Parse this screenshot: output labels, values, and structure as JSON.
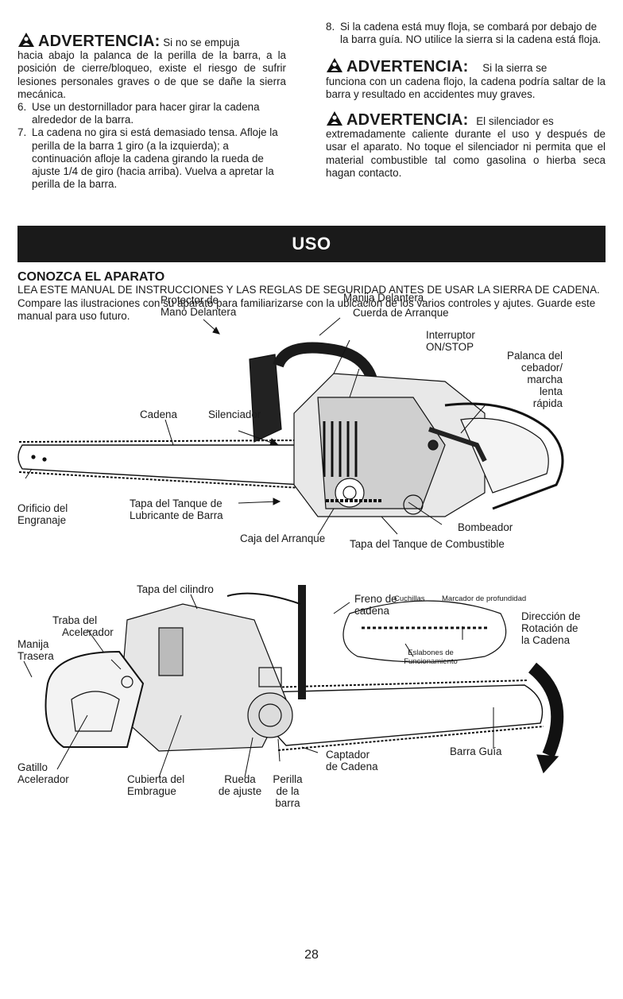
{
  "left_column": {
    "warning": {
      "title": "ADVERTENCIA:",
      "lead": "Si no se empuja",
      "body": "hacia abajo la palanca de la perilla de la barra, a la posición de cierre/bloqueo, existe el riesgo de sufrir lesiones personales graves o de que se dañe la sierra mecánica."
    },
    "steps": [
      {
        "num": "6.",
        "text": "Use un destornillador para hacer girar la cadena alrededor de la barra."
      },
      {
        "num": "7.",
        "text": "La cadena no gira si está demasiado tensa. Afloje la perilla de la barra 1 giro (a la izquierda); a continuación afloje la cadena girando la rueda de ajuste 1/4 de giro (hacia arriba). Vuelva a apretar la perilla de la barra."
      }
    ]
  },
  "right_column": {
    "step8": {
      "num": "8.",
      "text": "Si la cadena está muy floja, se combará por debajo de la barra guía. NO utilice la sierra si la cadena está floja."
    },
    "warning1": {
      "title": "ADVERTENCIA:",
      "lead": "Si la sierra se",
      "body": "funciona con un cadena flojo, la cadena podría saltar de la barra y resultado en accidentes muy graves."
    },
    "warning2": {
      "title": "ADVERTENCIA:",
      "lead": "El silenciador es",
      "body": "extremadamente caliente durante el uso y después de usar el aparato. No toque el silenciador ni permita que el material combustible tal como gasolina o hierba seca hagan contacto."
    }
  },
  "banner": "USO",
  "section": {
    "title": "CONOZCA EL APARATO",
    "intro": "LEA ESTE MANUAL DE INSTRUCCIONES Y LAS REGLAS DE SEGURIDAD ANTES DE USAR LA SIERRA DE CADENA. Compare las ilustraciones con su aparato para familiarizarse con la ubicación de los varios controles y ajutes. Guarde este manual para uso futuro."
  },
  "diagram1": {
    "protector_l1": "Protector de",
    "protector_l2": "Mano Delantera",
    "manija_delantera": "Manija Delantera",
    "cuerda": "Cuerda de Arranque",
    "interruptor_l1": "Interruptor",
    "interruptor_l2": "ON/STOP",
    "palanca_l1": "Palanca del",
    "palanca_l2": "cebador/",
    "palanca_l3": "marcha",
    "palanca_l4": "lenta",
    "palanca_l5": "rápida",
    "cadena": "Cadena",
    "silenciador": "Silenciador",
    "orificio_l1": "Orificio del",
    "orificio_l2": "Engranaje",
    "tapa_lub_l1": "Tapa del Tanque de",
    "tapa_lub_l2": "Lubricante de Barra",
    "bombeador": "Bombeador",
    "caja": "Caja del Arranque",
    "tapa_comb": "Tapa del Tanque de Combustible"
  },
  "diagram2": {
    "tapa_cilindro": "Tapa del cilindro",
    "traba_l1": "Traba del",
    "traba_l2": "Acelerador",
    "manija_l1": "Manija",
    "manija_l2": "Trasera",
    "freno_l1": "Freno de",
    "freno_l2": "cadena",
    "cuchillas": "Cuchillas",
    "marcador": "Marcador de profundidad",
    "eslabones_l1": "Eslabones de",
    "eslabones_l2": "Funcionamiento",
    "direccion_l1": "Dirección de",
    "direccion_l2": "Rotación de",
    "direccion_l3": "la Cadena",
    "gatillo_l1": "Gatillo",
    "gatillo_l2": "Acelerador",
    "cubierta_l1": "Cubierta del",
    "cubierta_l2": "Embrague",
    "rueda_l1": "Rueda",
    "rueda_l2": "de ajuste",
    "perilla_l1": "Perilla",
    "perilla_l2": "de la",
    "perilla_l3": "barra",
    "captador_l1": "Captador",
    "captador_l2": "de Cadena",
    "barra_guia": "Barra Guía"
  },
  "page_number": "28"
}
